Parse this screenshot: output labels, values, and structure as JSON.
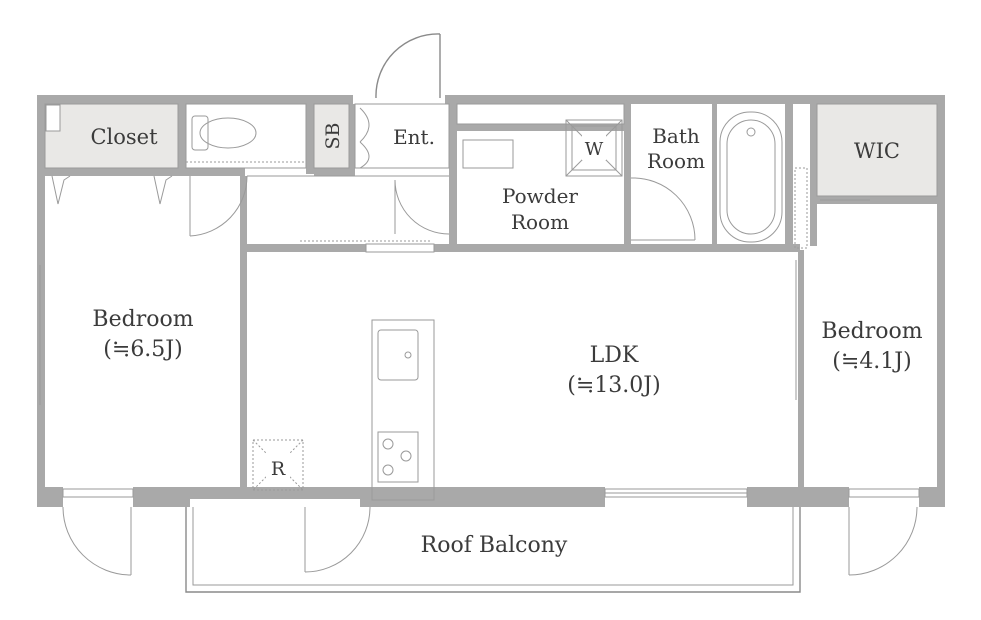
{
  "rooms": {
    "closet": "Closet",
    "sb": "SB",
    "entrance": "Ent.",
    "washer": "W",
    "bath_line1": "Bath",
    "bath_line2": "Room",
    "wic": "WIC",
    "powder_line1": "Powder",
    "powder_line2": "Room",
    "bedroom_left": "Bedroom",
    "bedroom_left_size": "(≒6.5J)",
    "ldk": "LDK",
    "ldk_size": "(≒13.0J)",
    "bedroom_right": "Bedroom",
    "bedroom_right_size": "(≒4.1J)",
    "refrigerator": "R",
    "balcony": "Roof Balcony"
  }
}
